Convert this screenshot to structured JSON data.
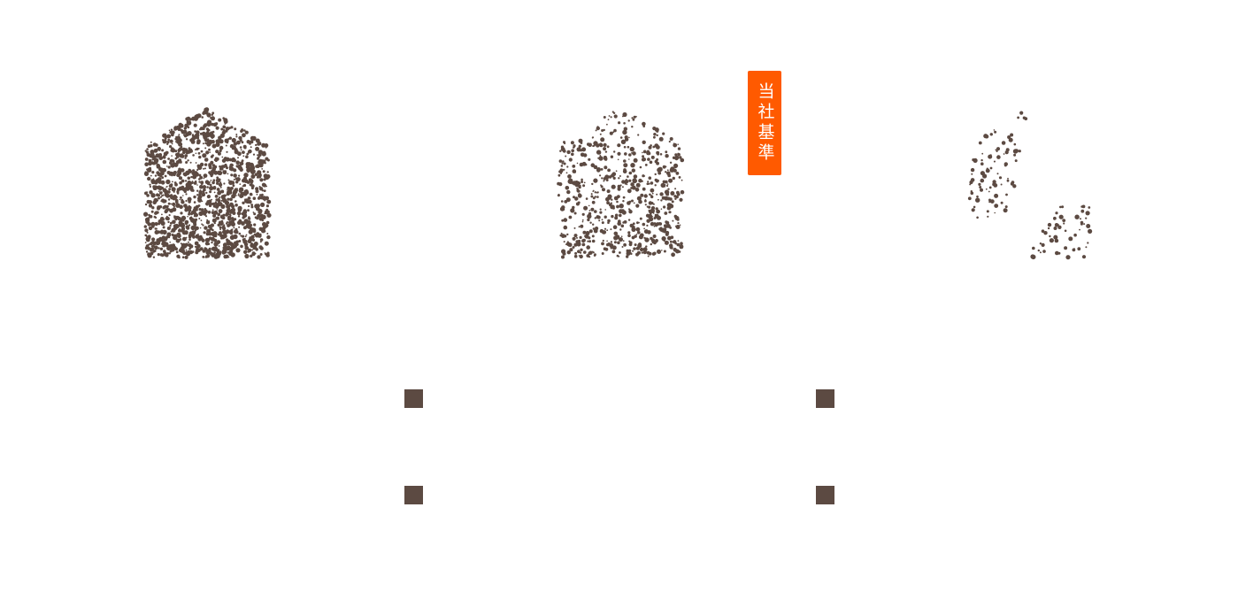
{
  "badge": {
    "label": "当社基準",
    "color": "#ff5a00"
  },
  "colors": {
    "speckle": "#5c4a42"
  },
  "houses": [
    {
      "name": "house-dense",
      "fill_density": 0.75
    },
    {
      "name": "house-medium",
      "fill_density": 0.35
    },
    {
      "name": "house-sparse",
      "fill_density": 0.2
    }
  ]
}
